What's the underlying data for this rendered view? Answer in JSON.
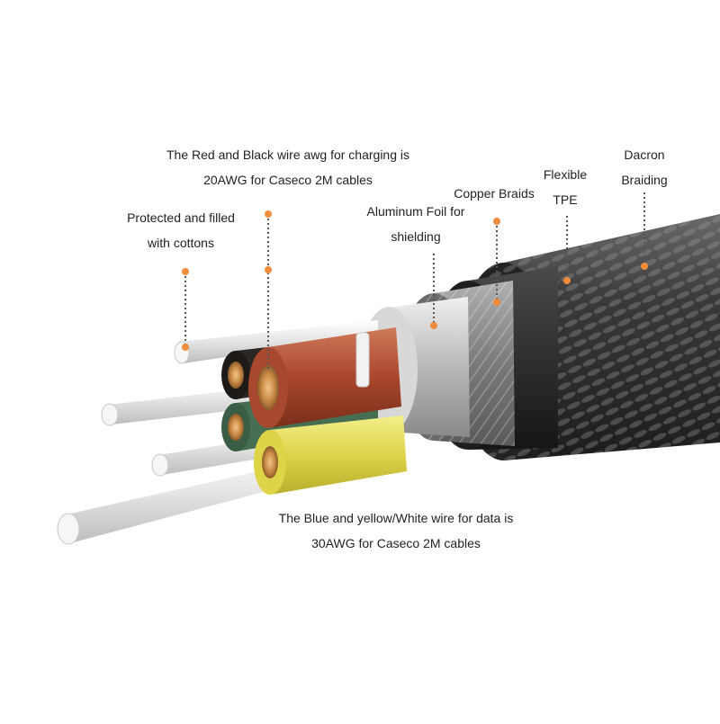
{
  "diagram": {
    "callouts": {
      "charging_wire": {
        "line1": "The Red and Black wire awg for charging is",
        "line2": "20AWG for Caseco 2M cables"
      },
      "cotton_fill": {
        "line1": "Protected and filled",
        "line2": "with cottons"
      },
      "aluminum_foil": {
        "line1": "Aluminum Foil for",
        "line2": "shielding"
      },
      "copper_braids": {
        "line1": "Copper Braids"
      },
      "flexible_tpe": {
        "line1": "Flexible",
        "line2": "TPE"
      },
      "dacron_braiding": {
        "line1": "Dacron",
        "line2": "Braiding"
      },
      "data_wire": {
        "line1": "The Blue and yellow/White wire for data is",
        "line2": "30AWG for Caseco 2M cables"
      }
    },
    "colors": {
      "callout_dot": "#f08c3c",
      "callout_line": "#555555",
      "outer_jacket": "#3a3a3a",
      "tpe_layer": "#2a2a2a",
      "copper_braid": "#8a8a8a",
      "aluminum_foil": "#c8c8c8",
      "red_wire": "#b5533a",
      "black_wire": "#2e2a27",
      "green_wire": "#4e7a5a",
      "yellow_wire": "#e6df5a",
      "cotton_strand": "#e8e8e8",
      "copper_core": "#d49a55"
    }
  }
}
